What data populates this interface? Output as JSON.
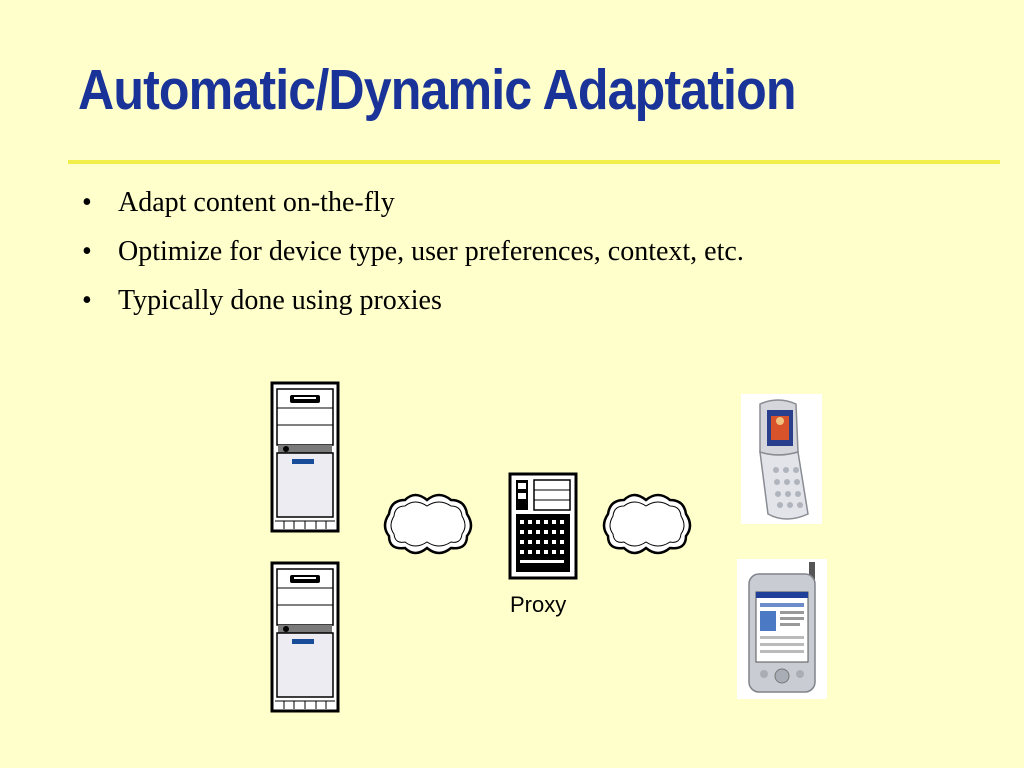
{
  "slide": {
    "title": "Automatic/Dynamic Adaptation",
    "bullets": [
      "Adapt content on-the-fly",
      "Optimize for device type, user preferences, context, etc.",
      "Typically done using proxies"
    ],
    "bullet_glyph": "•"
  },
  "diagram": {
    "proxy_label": "Proxy",
    "icons": [
      "server-icon",
      "cloud-icon",
      "proxy-server-icon",
      "flip-phone-image",
      "pda-device-image"
    ]
  },
  "colors": {
    "background": "#ffffcc",
    "title": "#1a3399",
    "rule": "#f2ee4a"
  }
}
